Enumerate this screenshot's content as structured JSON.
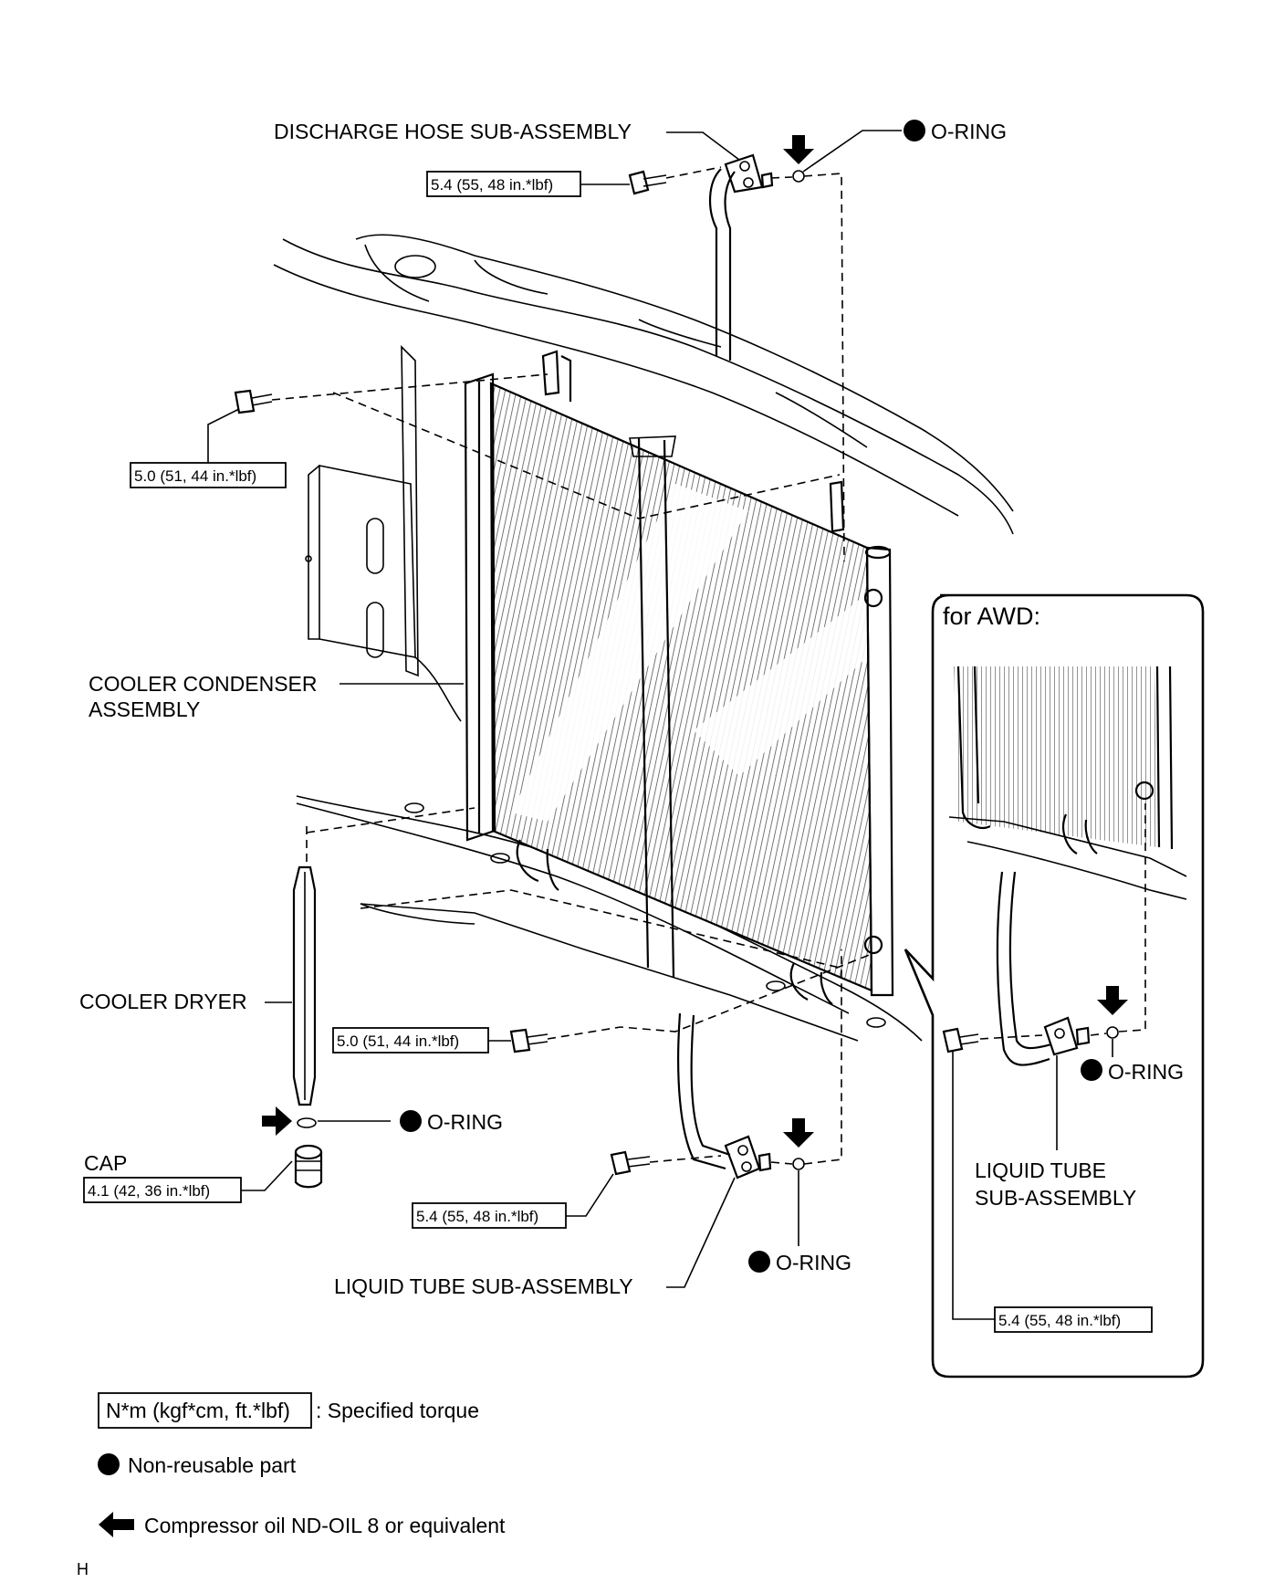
{
  "labels": {
    "discharge_hose": "DISCHARGE HOSE SUB-ASSEMBLY",
    "cooler_condenser_line1": "COOLER CONDENSER",
    "cooler_condenser_line2": "ASSEMBLY",
    "cooler_dryer": "COOLER DRYER",
    "cap": "CAP",
    "liquid_tube_main": "LIQUID TUBE SUB-ASSEMBLY",
    "liquid_tube_awd_line1": "LIQUID TUBE",
    "liquid_tube_awd_line2": "SUB-ASSEMBLY",
    "o_ring": "O-RING",
    "awd_title": "for AWD:"
  },
  "torques": {
    "discharge_hose_bolt": "5.4 (55, 48 in.*lbf)",
    "condenser_upper_bolt": "5.0 (51, 44 in.*lbf)",
    "condenser_lower_bolt": "5.0 (51, 44 in.*lbf)",
    "cap": "4.1 (42, 36 in.*lbf)",
    "liquid_tube_bolt": "5.4 (55, 48 in.*lbf)",
    "awd_liquid_tube_bolt": "5.4 (55, 48 in.*lbf)"
  },
  "legend": {
    "torque_unit": "N*m (kgf*cm, ft.*lbf)",
    "torque_desc": ": Specified torque",
    "non_reusable": "Non-reusable part",
    "compressor_oil": "Compressor oil ND-OIL 8 or equivalent"
  },
  "footer_code": "H"
}
